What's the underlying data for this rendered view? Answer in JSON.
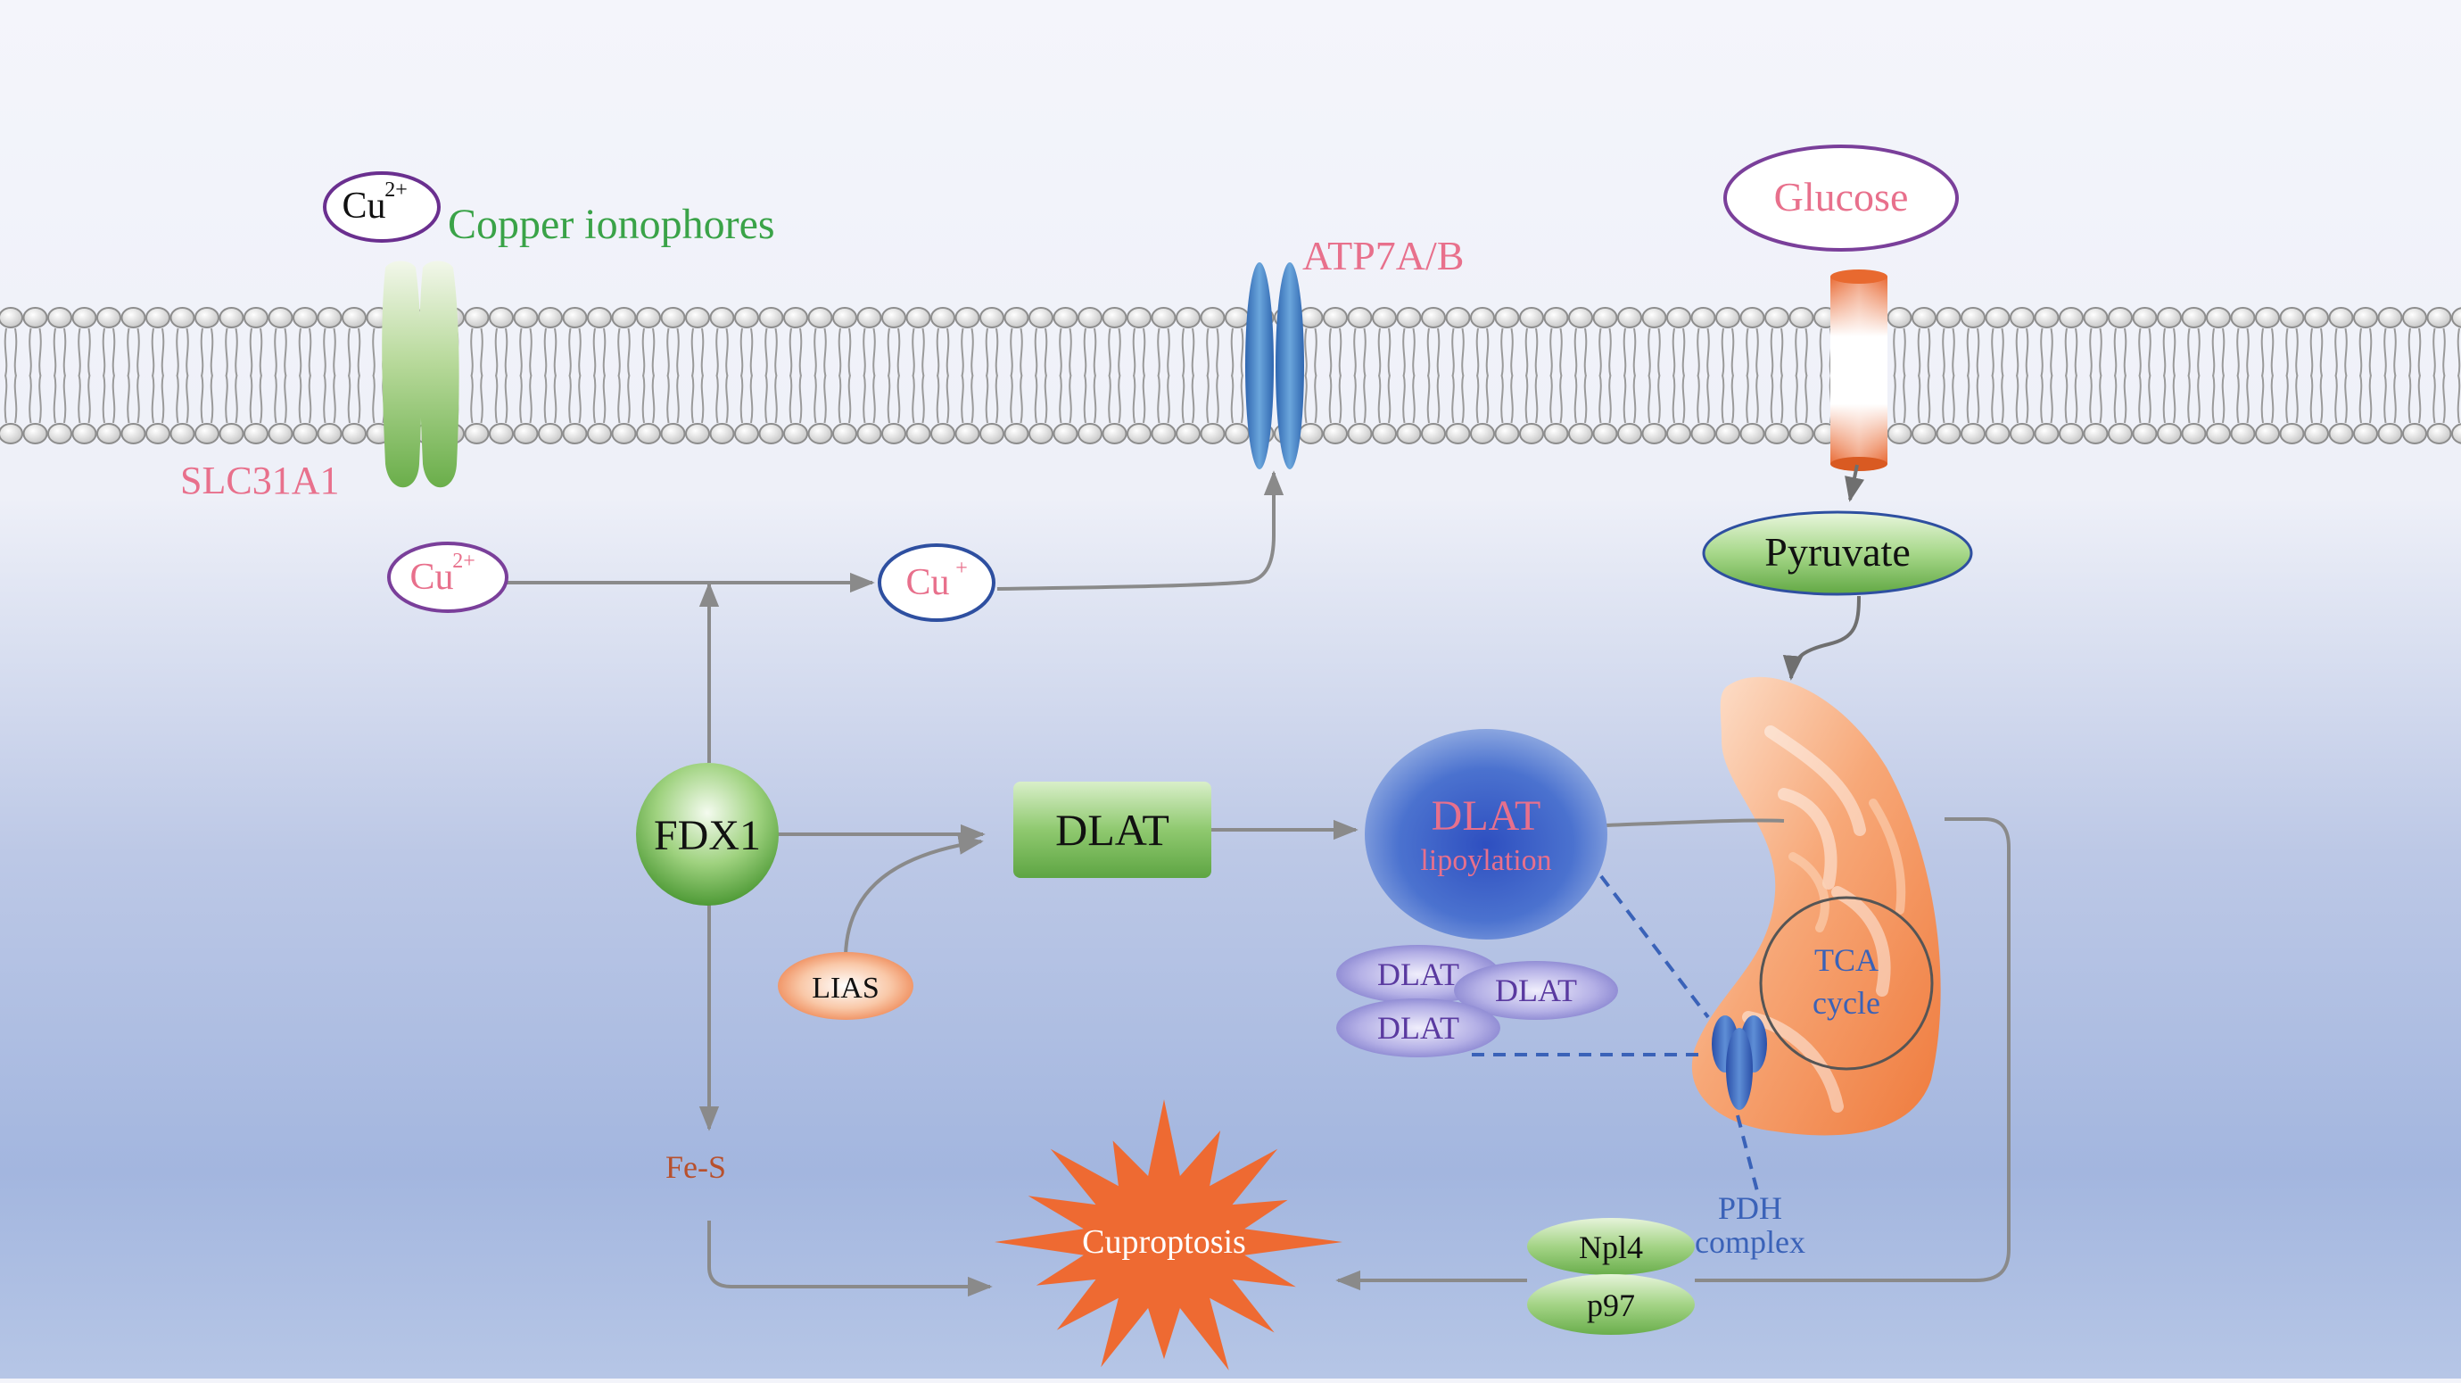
{
  "labels": {
    "cu2_outside": "Cu",
    "cu2_outside_sup": "2+",
    "copper_ionophores": "Copper ionophores",
    "slc31a1": "SLC31A1",
    "atp7ab": "ATP7A/B",
    "glucose": "Glucose",
    "pyruvate": "Pyruvate",
    "cu2_inside": "Cu",
    "cu2_inside_sup": "2+",
    "cu_plus": "Cu",
    "cu_plus_sup": "+",
    "fdx1": "FDX1",
    "dlat_box": "DLAT",
    "dlat_lipo_title": "DLAT",
    "dlat_lipo_sub": "lipoylation",
    "lias": "LIAS",
    "dlat_1": "DLAT",
    "dlat_2": "DLAT",
    "dlat_3": "DLAT",
    "tca_1": "TCA",
    "tca_2": "cycle",
    "pdh_1": "PDH",
    "pdh_2": "complex",
    "fes": "Fe-S",
    "cuproptosis": "Cuproptosis",
    "npl4": "Npl4",
    "p97": "p97"
  },
  "colors": {
    "pink_text": "#e8708c",
    "green_text": "#3aa348",
    "purple_outline": "#7a3f9a",
    "blue_outline": "#2e4fa0",
    "arrow": "#8a8a8a",
    "fes_text": "#b8502c",
    "star": "#ee6a32",
    "pdh_text": "#3a62b8",
    "dlat_small_text": "#5a3aa0"
  }
}
